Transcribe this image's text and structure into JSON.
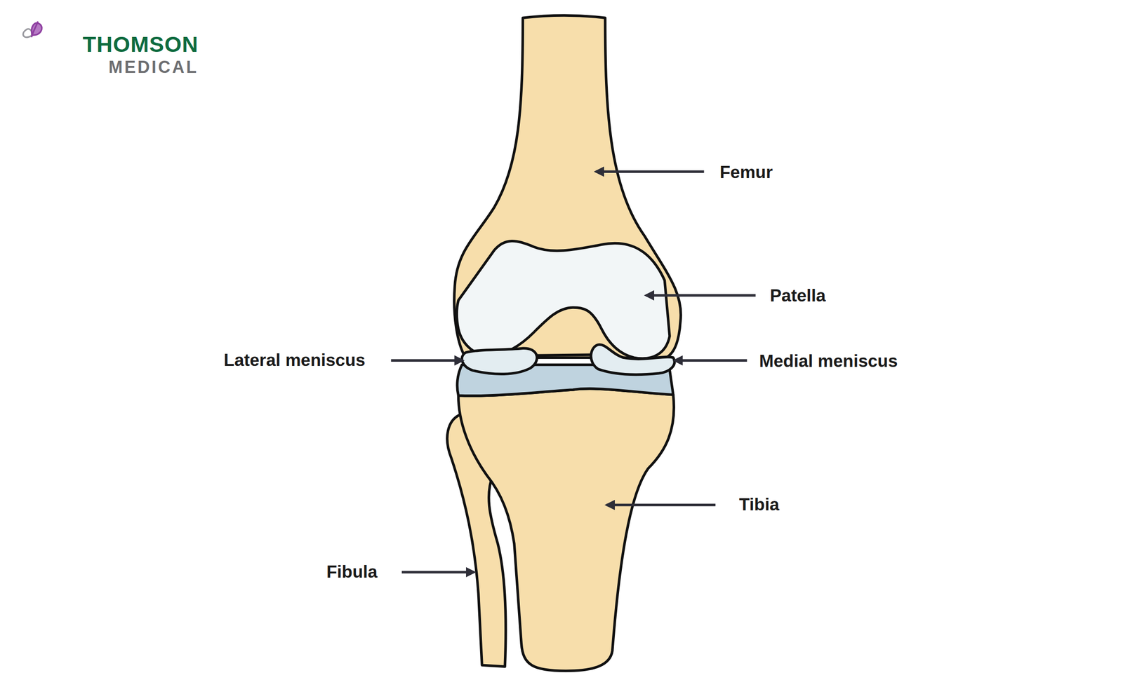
{
  "diagram": {
    "labels": [
      "THOMSON",
      "MEDICAL",
      "Femur",
      "Patella",
      "Lateral meniscus",
      "Medial meniscus",
      "Tibia",
      "Fibula"
    ]
  }
}
